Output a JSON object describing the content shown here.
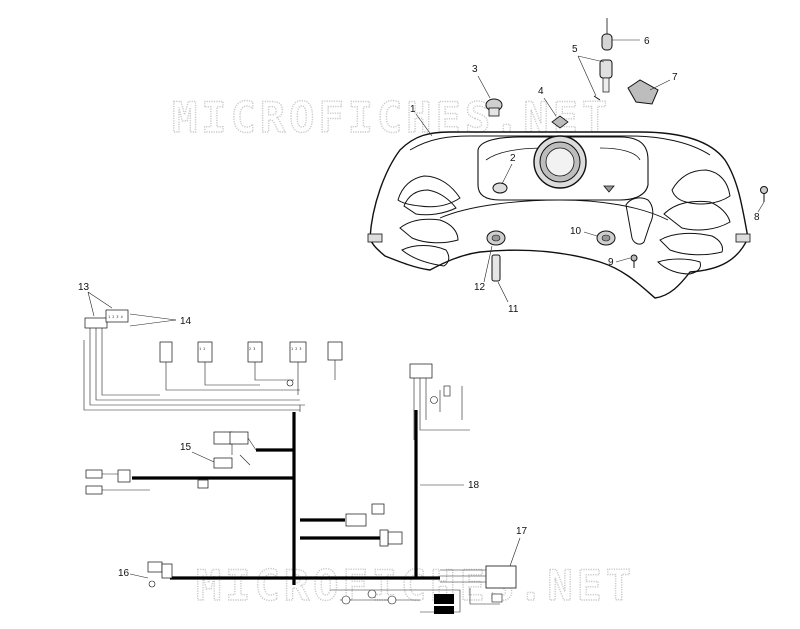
{
  "watermark": "MICROFICHES.NET",
  "callouts": [
    "1",
    "2",
    "3",
    "4",
    "5",
    "6",
    "7",
    "8",
    "9",
    "10",
    "11",
    "12",
    "13",
    "14",
    "15",
    "16",
    "17",
    "18"
  ],
  "connector_text": {
    "c14a": "1 2",
    "c14b": "2 3",
    "c14c": "1 2 3",
    "c14d": "1 2 3 4",
    "c13": "1 2 3 4"
  }
}
